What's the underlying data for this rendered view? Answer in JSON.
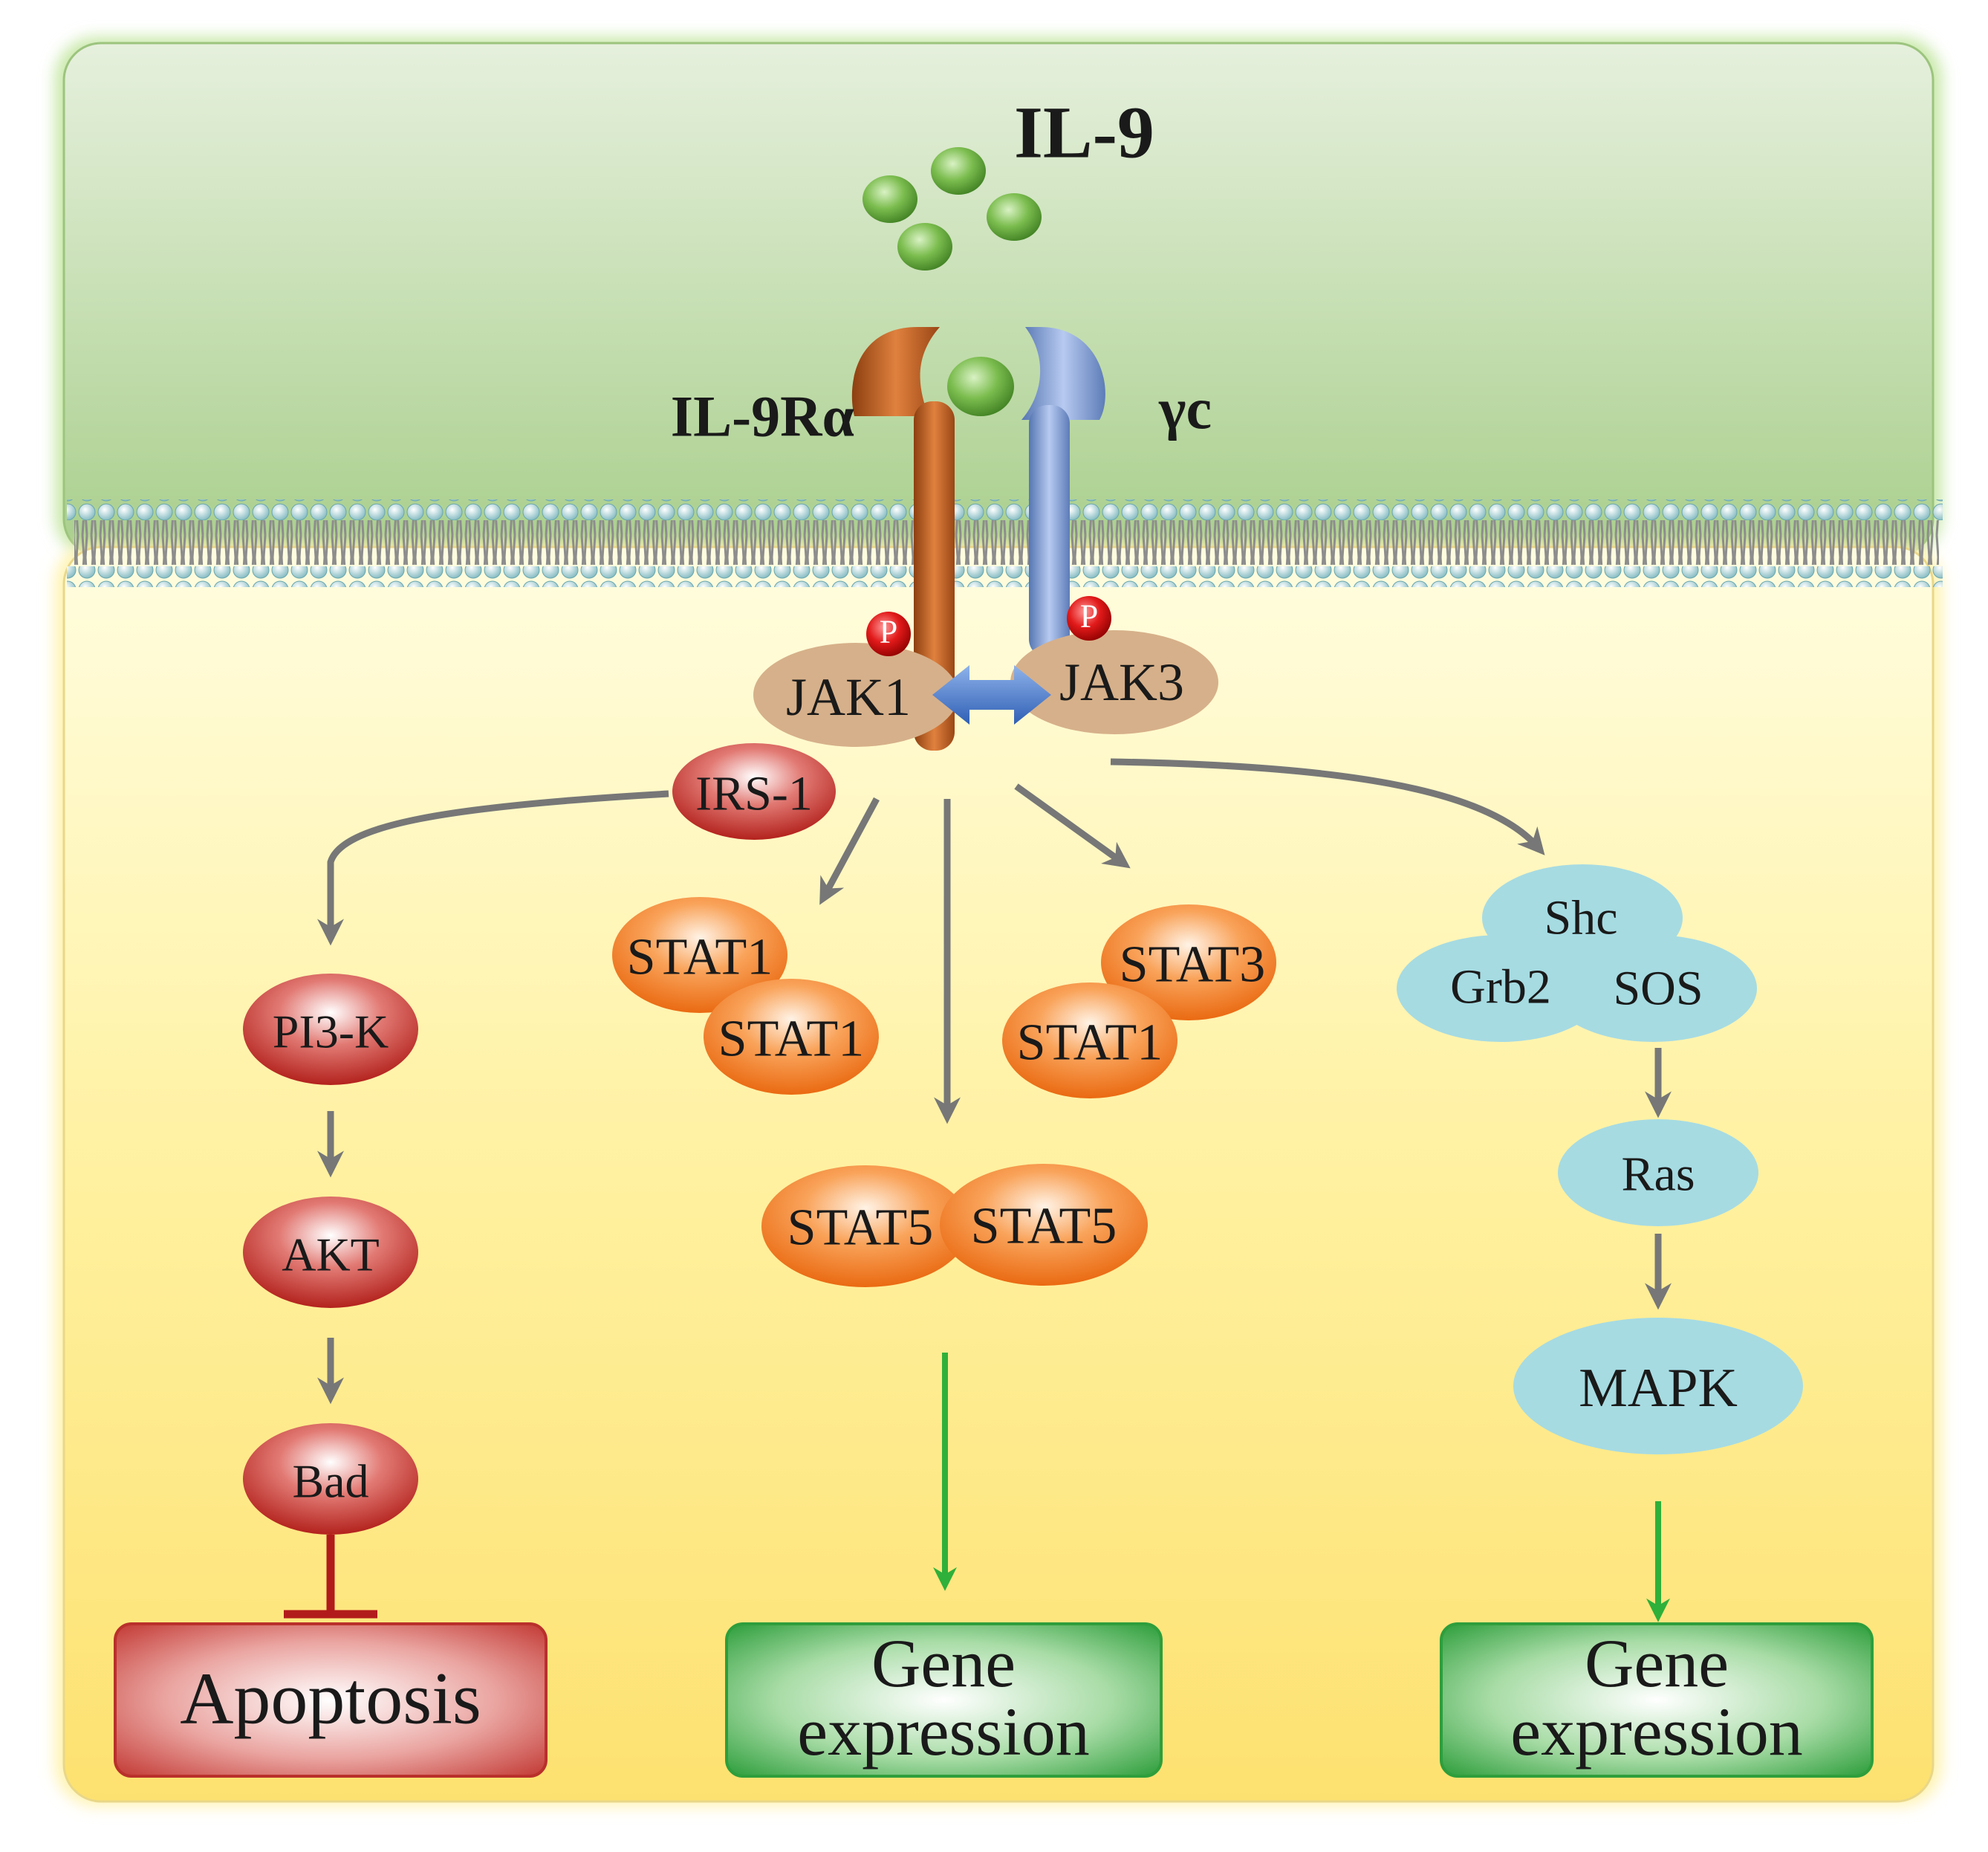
{
  "ligand": {
    "title": "IL-9"
  },
  "receptor": {
    "alpha_label": "IL-9Rα",
    "gamma_label": "γc"
  },
  "kinases": {
    "jak1": "JAK1",
    "jak3": "JAK3",
    "phospho": "P"
  },
  "left_pathway": {
    "irs1": "IRS-1",
    "pi3k": "PI3-K",
    "akt": "AKT",
    "bad": "Bad",
    "outcome": "Apoptosis"
  },
  "stat_pathway": {
    "stat1_dimer": [
      "STAT1",
      "STAT1"
    ],
    "stat13_dimer": [
      "STAT3",
      "STAT1"
    ],
    "stat5_dimer": [
      "STAT5",
      "STAT5"
    ],
    "outcome_line1": "Gene",
    "outcome_line2": "expression"
  },
  "mapk_pathway": {
    "shc": "Shc",
    "grb2": "Grb2",
    "sos": "SOS",
    "ras": "Ras",
    "mapk": "MAPK",
    "outcome_line1": "Gene",
    "outcome_line2": "expression"
  },
  "colors": {
    "extracellular": "#a9d08e",
    "cytoplasm": "#fde37a",
    "red_protein": "#c0302b",
    "stat_orange": "#f07a22",
    "cyan_protein": "#a6dbe2",
    "jak_tan": "#d9b48f",
    "il9_ball": "#5fa234",
    "receptor_alpha": "#c9621f",
    "receptor_gamma": "#7f9fd6",
    "arrow_gray": "#777777",
    "arrow_green": "#2fb03a",
    "inhibit_red": "#b21b1b"
  }
}
